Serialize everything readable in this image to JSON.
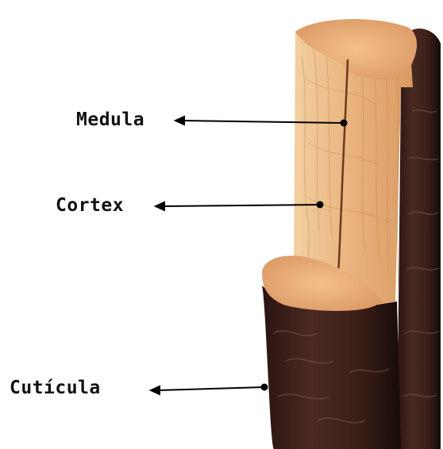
{
  "labels": {
    "medula": "Medula",
    "cortex": "Cortex",
    "cuticula": "Cutícula"
  },
  "colors": {
    "cuticle_dark": "#3a1d17",
    "cortex_tan": "#e7b07a",
    "cortex_light": "#f0c594",
    "medulla_crack": "#6b3a20",
    "arrow": "#000000"
  }
}
